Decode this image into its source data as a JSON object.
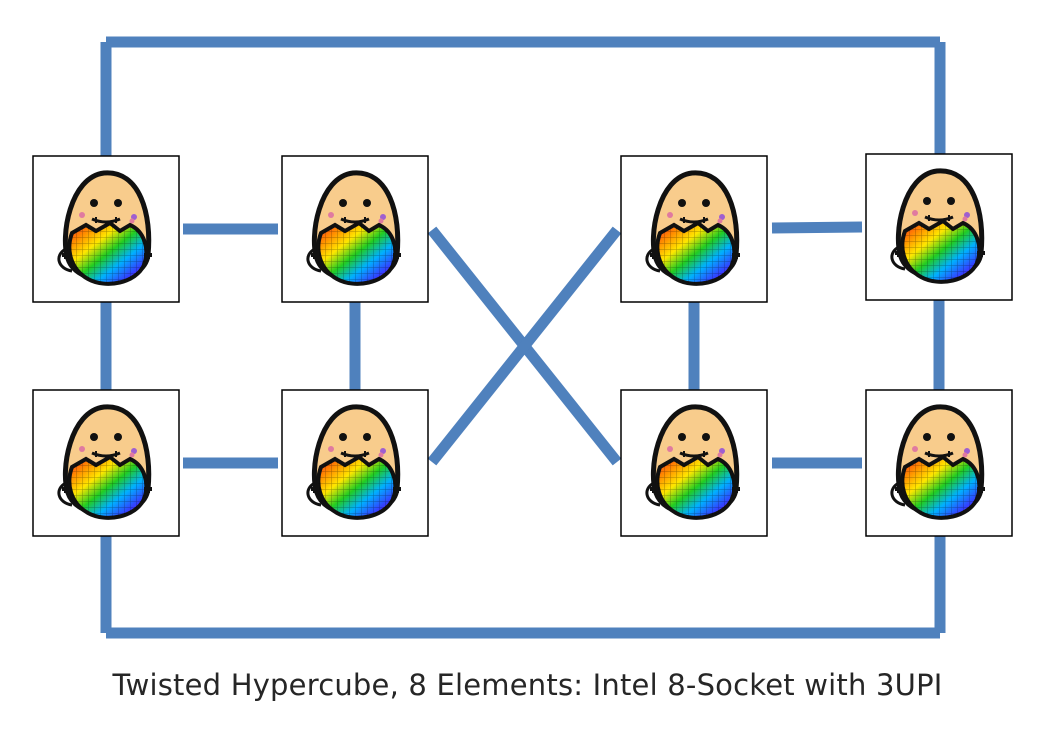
{
  "caption": "Twisted Hypercube, 8 Elements: Intel 8-Socket with 3UPI",
  "colors": {
    "link": "#4f81bd",
    "node_border": "#000000",
    "potato_body": "#f8cc8c",
    "potato_outline": "#111111",
    "blush": "#e07aa0"
  },
  "node_icon": "potato-holding-rainbow-wafer-icon",
  "nodes": [
    {
      "id": "n1"
    },
    {
      "id": "n2"
    },
    {
      "id": "n3"
    },
    {
      "id": "n4"
    },
    {
      "id": "n5"
    },
    {
      "id": "n6"
    },
    {
      "id": "n7"
    },
    {
      "id": "n8"
    }
  ],
  "links": [
    [
      "n1",
      "n2"
    ],
    [
      "n3",
      "n4"
    ],
    [
      "n5",
      "n6"
    ],
    [
      "n7",
      "n8"
    ],
    [
      "n1",
      "n5"
    ],
    [
      "n2",
      "n6"
    ],
    [
      "n3",
      "n7"
    ],
    [
      "n4",
      "n8"
    ],
    [
      "n2",
      "n7"
    ],
    [
      "n6",
      "n3"
    ],
    [
      "n1",
      "n4"
    ],
    [
      "n5",
      "n8"
    ]
  ]
}
